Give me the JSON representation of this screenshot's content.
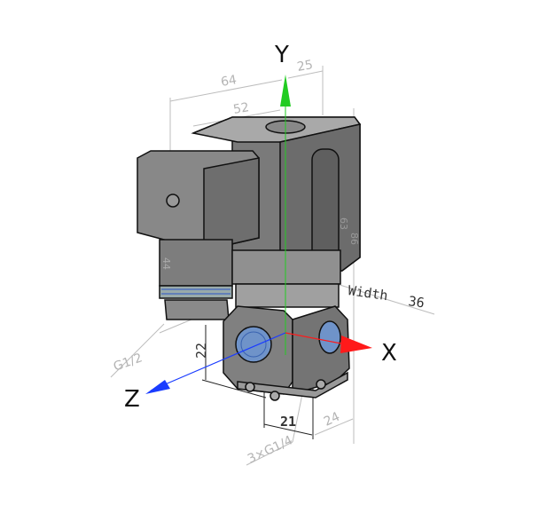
{
  "axes": {
    "x_label": "X",
    "y_label": "Y",
    "z_label": "Z",
    "colors": {
      "x": "#ff1a1a",
      "y": "#22cc22",
      "z": "#1a3cff"
    }
  },
  "dimensions": {
    "d64": "64",
    "d25": "25",
    "d52": "52",
    "width_label": "Width",
    "width_value": "36",
    "d22": "22",
    "g12": "G1/2",
    "d21": "21",
    "d24": "24",
    "g14": "3×G1/4",
    "d86": "86",
    "d63": "63",
    "d44": "44"
  }
}
